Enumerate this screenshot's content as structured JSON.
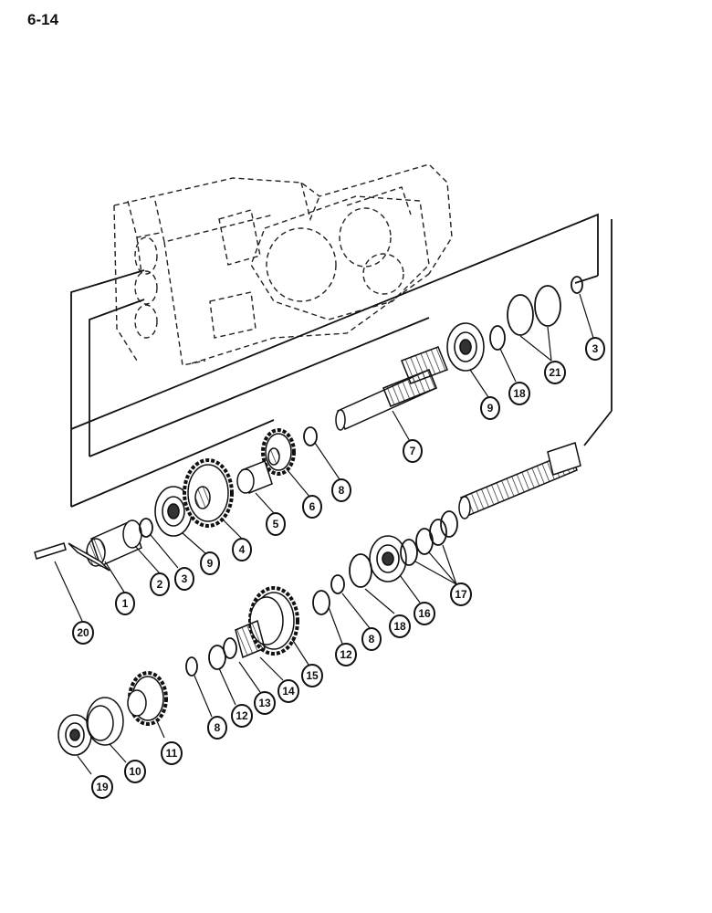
{
  "page": {
    "number": "6-14"
  },
  "callouts": [
    {
      "id": "c1",
      "label": "1"
    },
    {
      "id": "c2",
      "label": "2"
    },
    {
      "id": "c3a",
      "label": "3"
    },
    {
      "id": "c3b",
      "label": "3"
    },
    {
      "id": "c4",
      "label": "4"
    },
    {
      "id": "c5",
      "label": "5"
    },
    {
      "id": "c6",
      "label": "6"
    },
    {
      "id": "c7",
      "label": "7"
    },
    {
      "id": "c8a",
      "label": "8"
    },
    {
      "id": "c8b",
      "label": "8"
    },
    {
      "id": "c8c",
      "label": "8"
    },
    {
      "id": "c9a",
      "label": "9"
    },
    {
      "id": "c9b",
      "label": "9"
    },
    {
      "id": "c10",
      "label": "10"
    },
    {
      "id": "c11",
      "label": "11"
    },
    {
      "id": "c12a",
      "label": "12"
    },
    {
      "id": "c12b",
      "label": "12"
    },
    {
      "id": "c13",
      "label": "13"
    },
    {
      "id": "c14",
      "label": "14"
    },
    {
      "id": "c15",
      "label": "15"
    },
    {
      "id": "c16",
      "label": "16"
    },
    {
      "id": "c17",
      "label": "17"
    },
    {
      "id": "c18a",
      "label": "18"
    },
    {
      "id": "c18b",
      "label": "18"
    },
    {
      "id": "c19",
      "label": "19"
    },
    {
      "id": "c20",
      "label": "20"
    },
    {
      "id": "c21",
      "label": "21"
    }
  ]
}
